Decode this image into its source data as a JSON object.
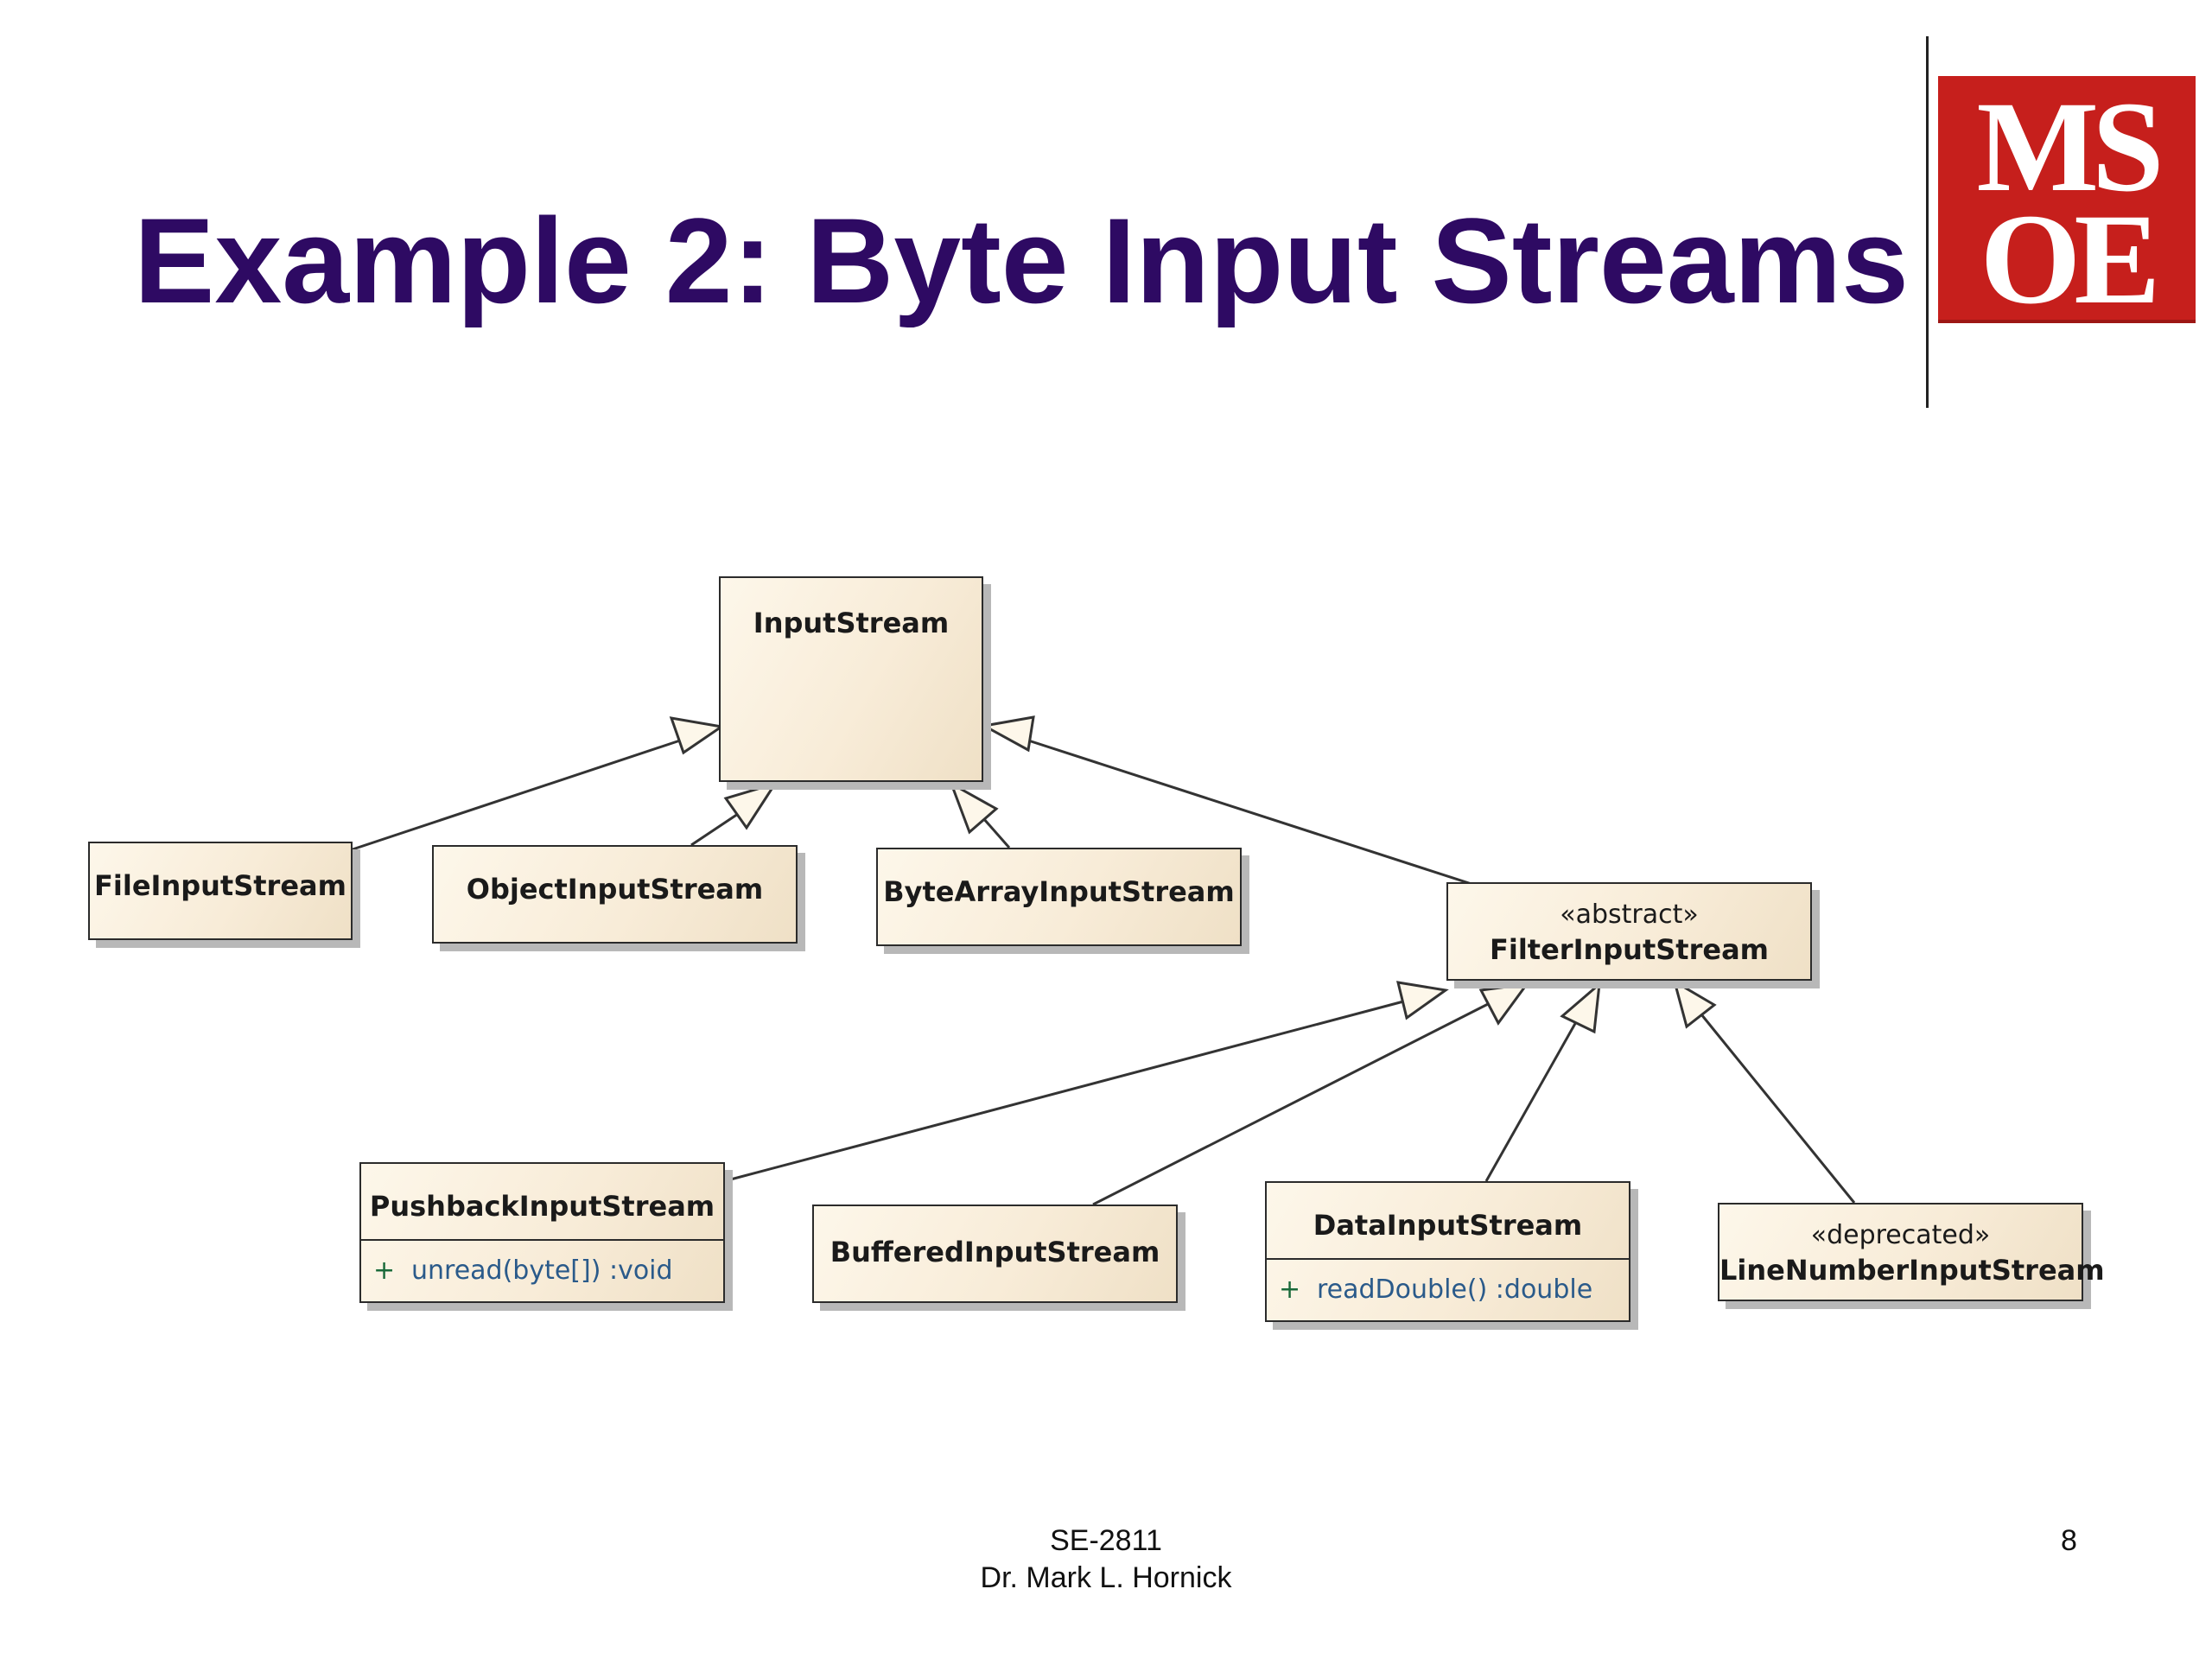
{
  "slide": {
    "title": "Example 2: Byte Input Streams",
    "logo_text": "MSOE",
    "footer_course": "SE-2811",
    "footer_author": "Dr. Mark L. Hornick",
    "page_number": "8"
  },
  "colors": {
    "title": "#2e0a63",
    "logo_background": "#c61f1c",
    "box_fill": "#f8ecd8",
    "operation_text": "#2a5a8a"
  },
  "diagram": {
    "classes": [
      {
        "id": "input-stream",
        "name": "InputStream",
        "stereotype": "",
        "operation_visibility": "",
        "operation": ""
      },
      {
        "id": "file-input-stream",
        "name": "FileInputStream",
        "stereotype": "",
        "operation_visibility": "",
        "operation": ""
      },
      {
        "id": "object-input-stream",
        "name": "ObjectInputStream",
        "stereotype": "",
        "operation_visibility": "",
        "operation": ""
      },
      {
        "id": "byte-array-input-stream",
        "name": "ByteArrayInputStream",
        "stereotype": "",
        "operation_visibility": "",
        "operation": ""
      },
      {
        "id": "filter-input-stream",
        "name": "FilterInputStream",
        "stereotype": "«abstract»",
        "operation_visibility": "",
        "operation": ""
      },
      {
        "id": "pushback-input-stream",
        "name": "PushbackInputStream",
        "stereotype": "",
        "operation_visibility": "+",
        "operation": "unread(byte[])  :void"
      },
      {
        "id": "buffered-input-stream",
        "name": "BufferedInputStream",
        "stereotype": "",
        "operation_visibility": "",
        "operation": ""
      },
      {
        "id": "data-input-stream",
        "name": "DataInputStream",
        "stereotype": "",
        "operation_visibility": "+",
        "operation": "readDouble()  :double"
      },
      {
        "id": "line-number-input-stream",
        "name": "LineNumberInputStream",
        "stereotype": "«deprecated»",
        "operation_visibility": "",
        "operation": ""
      }
    ],
    "generalizations": [
      {
        "from": "file-input-stream",
        "to": "input-stream"
      },
      {
        "from": "object-input-stream",
        "to": "input-stream"
      },
      {
        "from": "byte-array-input-stream",
        "to": "input-stream"
      },
      {
        "from": "filter-input-stream",
        "to": "input-stream"
      },
      {
        "from": "pushback-input-stream",
        "to": "filter-input-stream"
      },
      {
        "from": "buffered-input-stream",
        "to": "filter-input-stream"
      },
      {
        "from": "data-input-stream",
        "to": "filter-input-stream"
      },
      {
        "from": "line-number-input-stream",
        "to": "filter-input-stream"
      }
    ]
  }
}
